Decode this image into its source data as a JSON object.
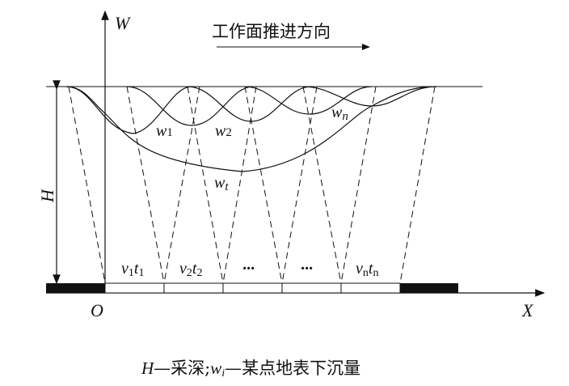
{
  "axes": {
    "w_label": "W",
    "x_label": "X",
    "origin_label": "O",
    "h_label": "H"
  },
  "direction_label": "工作面推进方向",
  "curve_labels": {
    "w1": "w",
    "w1_sub": "1",
    "w2": "w",
    "w2_sub": "2",
    "wn": "w",
    "wn_sub": "n",
    "wt": "w",
    "wt_sub": "t"
  },
  "segment_labels": [
    {
      "v": "v",
      "vs": "1",
      "t": "t",
      "ts": "1"
    },
    {
      "v": "v",
      "vs": "2",
      "t": "t",
      "ts": "2"
    },
    {
      "dots": "···"
    },
    {
      "dots": "···"
    },
    {
      "v": "v",
      "vs": "n",
      "t": "t",
      "ts": "n"
    }
  ],
  "caption": {
    "h": "H",
    "h_text": "—采深;",
    "w": "w",
    "w_sub": "i",
    "w_text": "—某点地表下沉量"
  }
}
